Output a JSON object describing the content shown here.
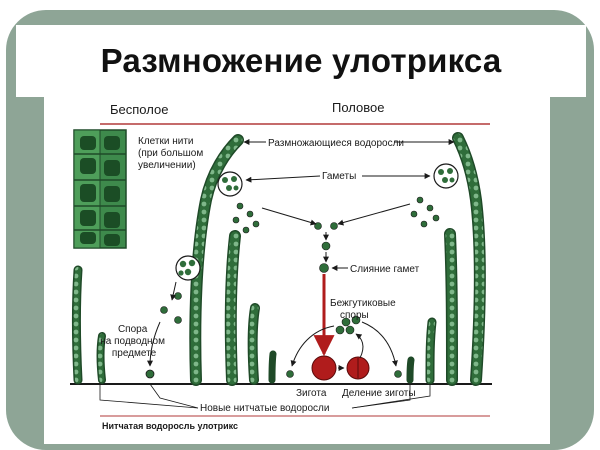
{
  "title": "Размножение улотрикса",
  "sections": {
    "asexual": "Бесполое",
    "sexual": "Половое"
  },
  "labels": {
    "cells_of_filament": [
      "Клетки нити",
      "(при большом",
      "увеличении)"
    ],
    "reproducing_algae": "Размножающиеся водоросли",
    "gametes": "Гаметы",
    "gamete_fusion": "Слияние гамет",
    "spore_on_object": [
      "Спора",
      "на подводном",
      "предмете"
    ],
    "flagellated_spores": [
      "Бежгутиковые",
      "споры"
    ],
    "zygote": "Зигота",
    "zygote_division": "Деление зиготы",
    "new_filaments": "Новые нитчатые водоросли",
    "caption": "Нитчатая водоросль улотрикс"
  },
  "colors": {
    "frame": "#8ea596",
    "alga": "#2f6d3a",
    "cell": "#7fb78a",
    "zygote": "#b01c1c",
    "divider": "#b23a3a",
    "ink": "#1a1a1a"
  }
}
